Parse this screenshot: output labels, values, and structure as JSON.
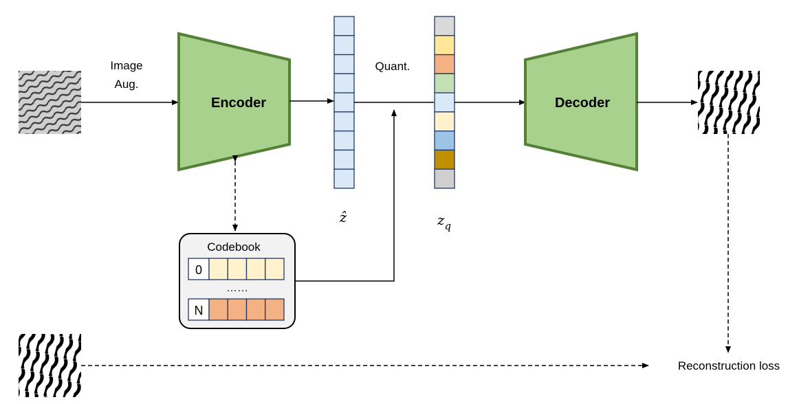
{
  "labels": {
    "image_aug_line1": "Image",
    "image_aug_line2": "Aug.",
    "encoder": "Encoder",
    "decoder": "Decoder",
    "quant": "Quant.",
    "z_hat": "ẑ",
    "z_q_base": "z",
    "z_q_sub": "q",
    "codebook": "Codebook",
    "codebook_row_first": "0",
    "codebook_dots": "……",
    "codebook_row_last": "N",
    "reconstruction_loss": "Reconstruction loss"
  },
  "colors": {
    "block_fill": "#a9d18e",
    "block_stroke": "#538135",
    "vector_cell": "#dae8f8",
    "vector_stroke": "#1f3864",
    "codebook_bg": "#f2f2f2",
    "code_light": "#fff2cc",
    "code_orange": "#f4b183",
    "zq_cells": [
      "#d9d9d9",
      "#ffe699",
      "#f4b183",
      "#c5e0b4",
      "#dae8f8",
      "#fff2cc",
      "#9dc3e6",
      "#bf9000",
      "#d0cece"
    ]
  },
  "icons": {
    "input_image": "fingerprint-gray-icon",
    "output_image": "fingerprint-binary-icon",
    "target_image": "fingerprint-binary-icon"
  }
}
